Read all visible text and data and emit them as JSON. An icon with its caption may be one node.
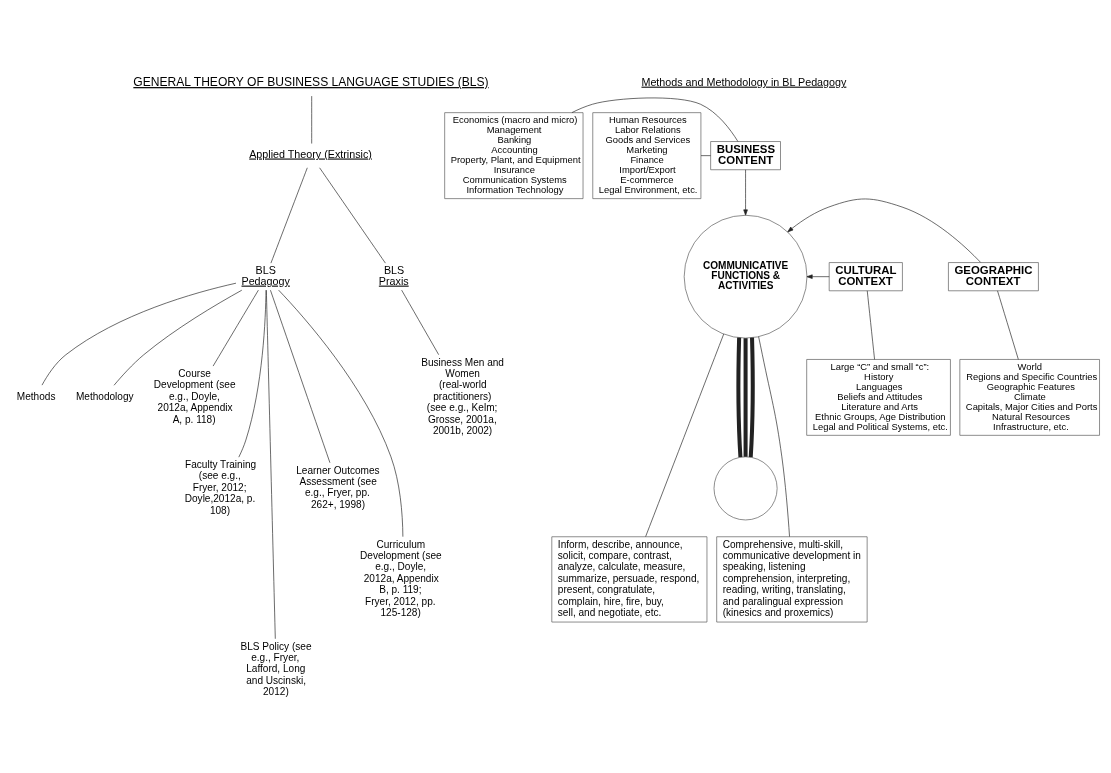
{
  "diagram": {
    "nodes": [
      {
        "text": [
          "GENERAL THEORY OF BUSINESS LANGUAGE STUDIES (BLS)"
        ]
      },
      {
        "text": [
          "Applied Theory (Extrinsic)"
        ]
      },
      {
        "text": [
          "BLS Pedagogy"
        ]
      },
      {
        "text": [
          "BLS Praxis"
        ]
      },
      {
        "text": [
          "Methods"
        ]
      },
      {
        "text": [
          "Methodology"
        ]
      },
      {
        "text": [
          "Course Development (see e.g., Doyle, 2012a, Appendix A, p. 118)"
        ]
      },
      {
        "text": [
          "Faculty Training (see e.g., Fryer, 2012; Doyle,2012a, p. 108)"
        ]
      },
      {
        "text": [
          "BLS Policy (see e.g., Fryer, Lafford, Long and Uscinski, 2012)"
        ]
      },
      {
        "text": [
          "Learner Outcomes Assessment (see e.g., Fryer, pp. 262+, 1998)"
        ]
      },
      {
        "text": [
          "Curriculum Development (see e.g., Doyle, 2012a, Appendix B, p. 119; Fryer, 2012, pp. 125-128)"
        ]
      },
      {
        "text": [
          "Business Men and Women (real-world practitioners) (see e.g., Kelm; Grosse, 2001a, 2001b, 2002)"
        ]
      },
      {
        "text": [],
        "shape": "circle"
      },
      {
        "text": [
          "BUSINESS CONTENT"
        ]
      },
      {
        "text": [
          "Economics (macro and micro)",
          "Management",
          "Banking",
          "Accounting",
          "Property, Plant, and Equipment",
          "Insurance",
          "Communication Systems",
          "Information Technology"
        ]
      },
      {
        "text": [
          "Human Resources",
          "Labor Relations",
          "Goods and Services",
          "Marketing",
          "Finance",
          "Import/Export",
          "E-commerce",
          "Legal Environment, etc."
        ]
      },
      {
        "text": [
          "COMMUNICATIVE FUNCTIONS & ACTIVITIES"
        ]
      },
      {
        "text": [
          "GEOGRAPHIC CONTEXT"
        ]
      },
      {
        "text": [
          "CULTURAL CONTEXT"
        ]
      },
      {
        "text": [
          "World",
          "Regions and Specific Countries",
          "Geographic Features",
          "Climate",
          "Capitals, Major Cities and Ports",
          "Natural Resources",
          "Infrastructure, etc."
        ]
      },
      {
        "text": [
          "Large “C” and small “c”:",
          "History",
          "Languages",
          "Beliefs and Attitudes",
          "Literature and Arts",
          "Ethnic Groups, Age Distribution",
          "Legal and Political Systems, etc."
        ]
      },
      {
        "text": [
          "Comprehensive, multi-skill, communicative development in speaking, listening comprehension, interpreting, reading, writing, translating, and paralingual expression (kinesics and proxemics)"
        ]
      },
      {
        "text": [
          "Inform, describe, announce, solicit, compare, contrast, analyze, calculate, measure, summarize, persuade, respond, present, congratulate, complain, hire, fire, buy, sell, and negotiate, etc."
        ]
      }
    ],
    "edges": [
      {
        "from": 0,
        "to": 1,
        "arrow": "none"
      },
      {
        "from": 1,
        "to": 2,
        "arrow": "none"
      },
      {
        "from": 1,
        "to": 3,
        "arrow": "none"
      },
      {
        "from": 2,
        "to": 4,
        "arrow": "none"
      },
      {
        "from": 2,
        "to": 5,
        "arrow": "none"
      },
      {
        "from": 2,
        "to": 6,
        "arrow": "none"
      },
      {
        "from": 2,
        "to": 7,
        "arrow": "none"
      },
      {
        "from": 2,
        "to": 8,
        "arrow": "none"
      },
      {
        "from": 2,
        "to": 9,
        "arrow": "none"
      },
      {
        "from": 2,
        "to": 10,
        "arrow": "none"
      },
      {
        "from": 3,
        "to": 11,
        "arrow": "none"
      },
      {
        "from": 14,
        "to": 13,
        "arrow": "none"
      },
      {
        "from": 15,
        "to": 13,
        "arrow": "none"
      },
      {
        "from": 13,
        "to": 16,
        "arrow": "to"
      },
      {
        "from": 16,
        "to": 12,
        "arrow": "none",
        "style": "thick"
      },
      {
        "from": 16,
        "to": 12,
        "arrow": "none",
        "style": "thick"
      },
      {
        "from": 16,
        "to": 12,
        "arrow": "none",
        "style": "thick"
      },
      {
        "from": 17,
        "to": 16,
        "arrow": "to"
      },
      {
        "from": 18,
        "to": 16,
        "arrow": "to"
      },
      {
        "from": 19,
        "to": 17,
        "arrow": "none"
      },
      {
        "from": 20,
        "to": 18,
        "arrow": "none"
      },
      {
        "from": 21,
        "to": 16,
        "arrow": "none"
      },
      {
        "from": 22,
        "to": 16,
        "arrow": "none"
      }
    ],
    "labels": [
      "Methods and Methodology in BL Pedagogy"
    ]
  }
}
